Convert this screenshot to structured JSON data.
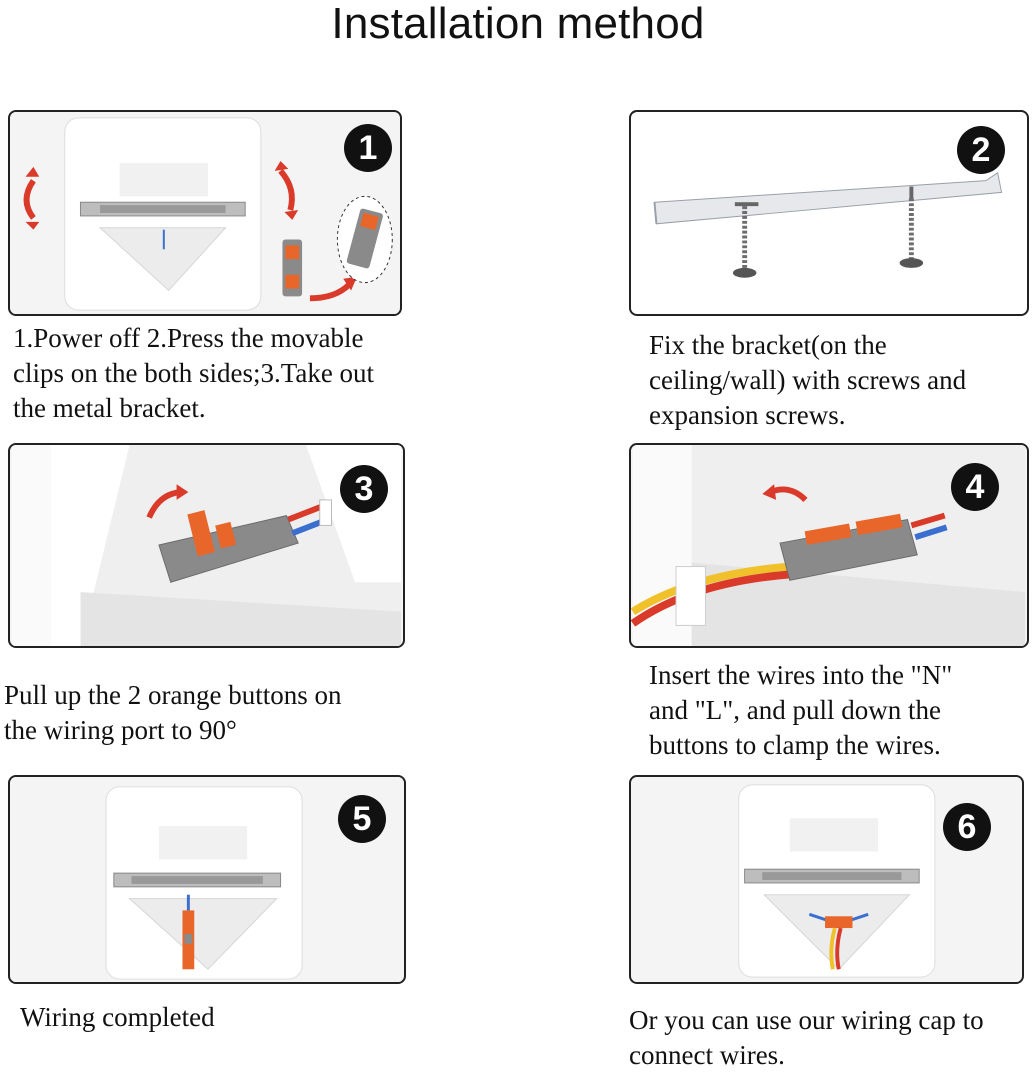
{
  "title": "Installation method",
  "steps": [
    {
      "badge": "1",
      "caption": [
        "1.Power off 2.Press the movable",
        "clips on the both sides;3.Take out",
        "the metal bracket."
      ]
    },
    {
      "badge": "2",
      "caption": [
        "Fix the bracket(on the",
        "ceiling/wall) with screws and",
        "expansion screws."
      ]
    },
    {
      "badge": "3",
      "caption": [
        "Pull up the 2 orange buttons on",
        "the wiring port to 90°"
      ]
    },
    {
      "badge": "4",
      "caption": [
        "Insert the wires into the \"N\"",
        "and \"L\", and pull down the",
        "buttons to clamp the wires."
      ]
    },
    {
      "badge": "5",
      "caption": [
        "Wiring completed"
      ]
    },
    {
      "badge": "6",
      "caption": [
        "Or you can use our wiring cap to",
        "connect wires."
      ]
    }
  ],
  "colors": {
    "connector_orange": "#e8662a",
    "connector_grey": "#8a8a8a",
    "arrow_red": "#d93a2a",
    "badge": "#111111"
  }
}
